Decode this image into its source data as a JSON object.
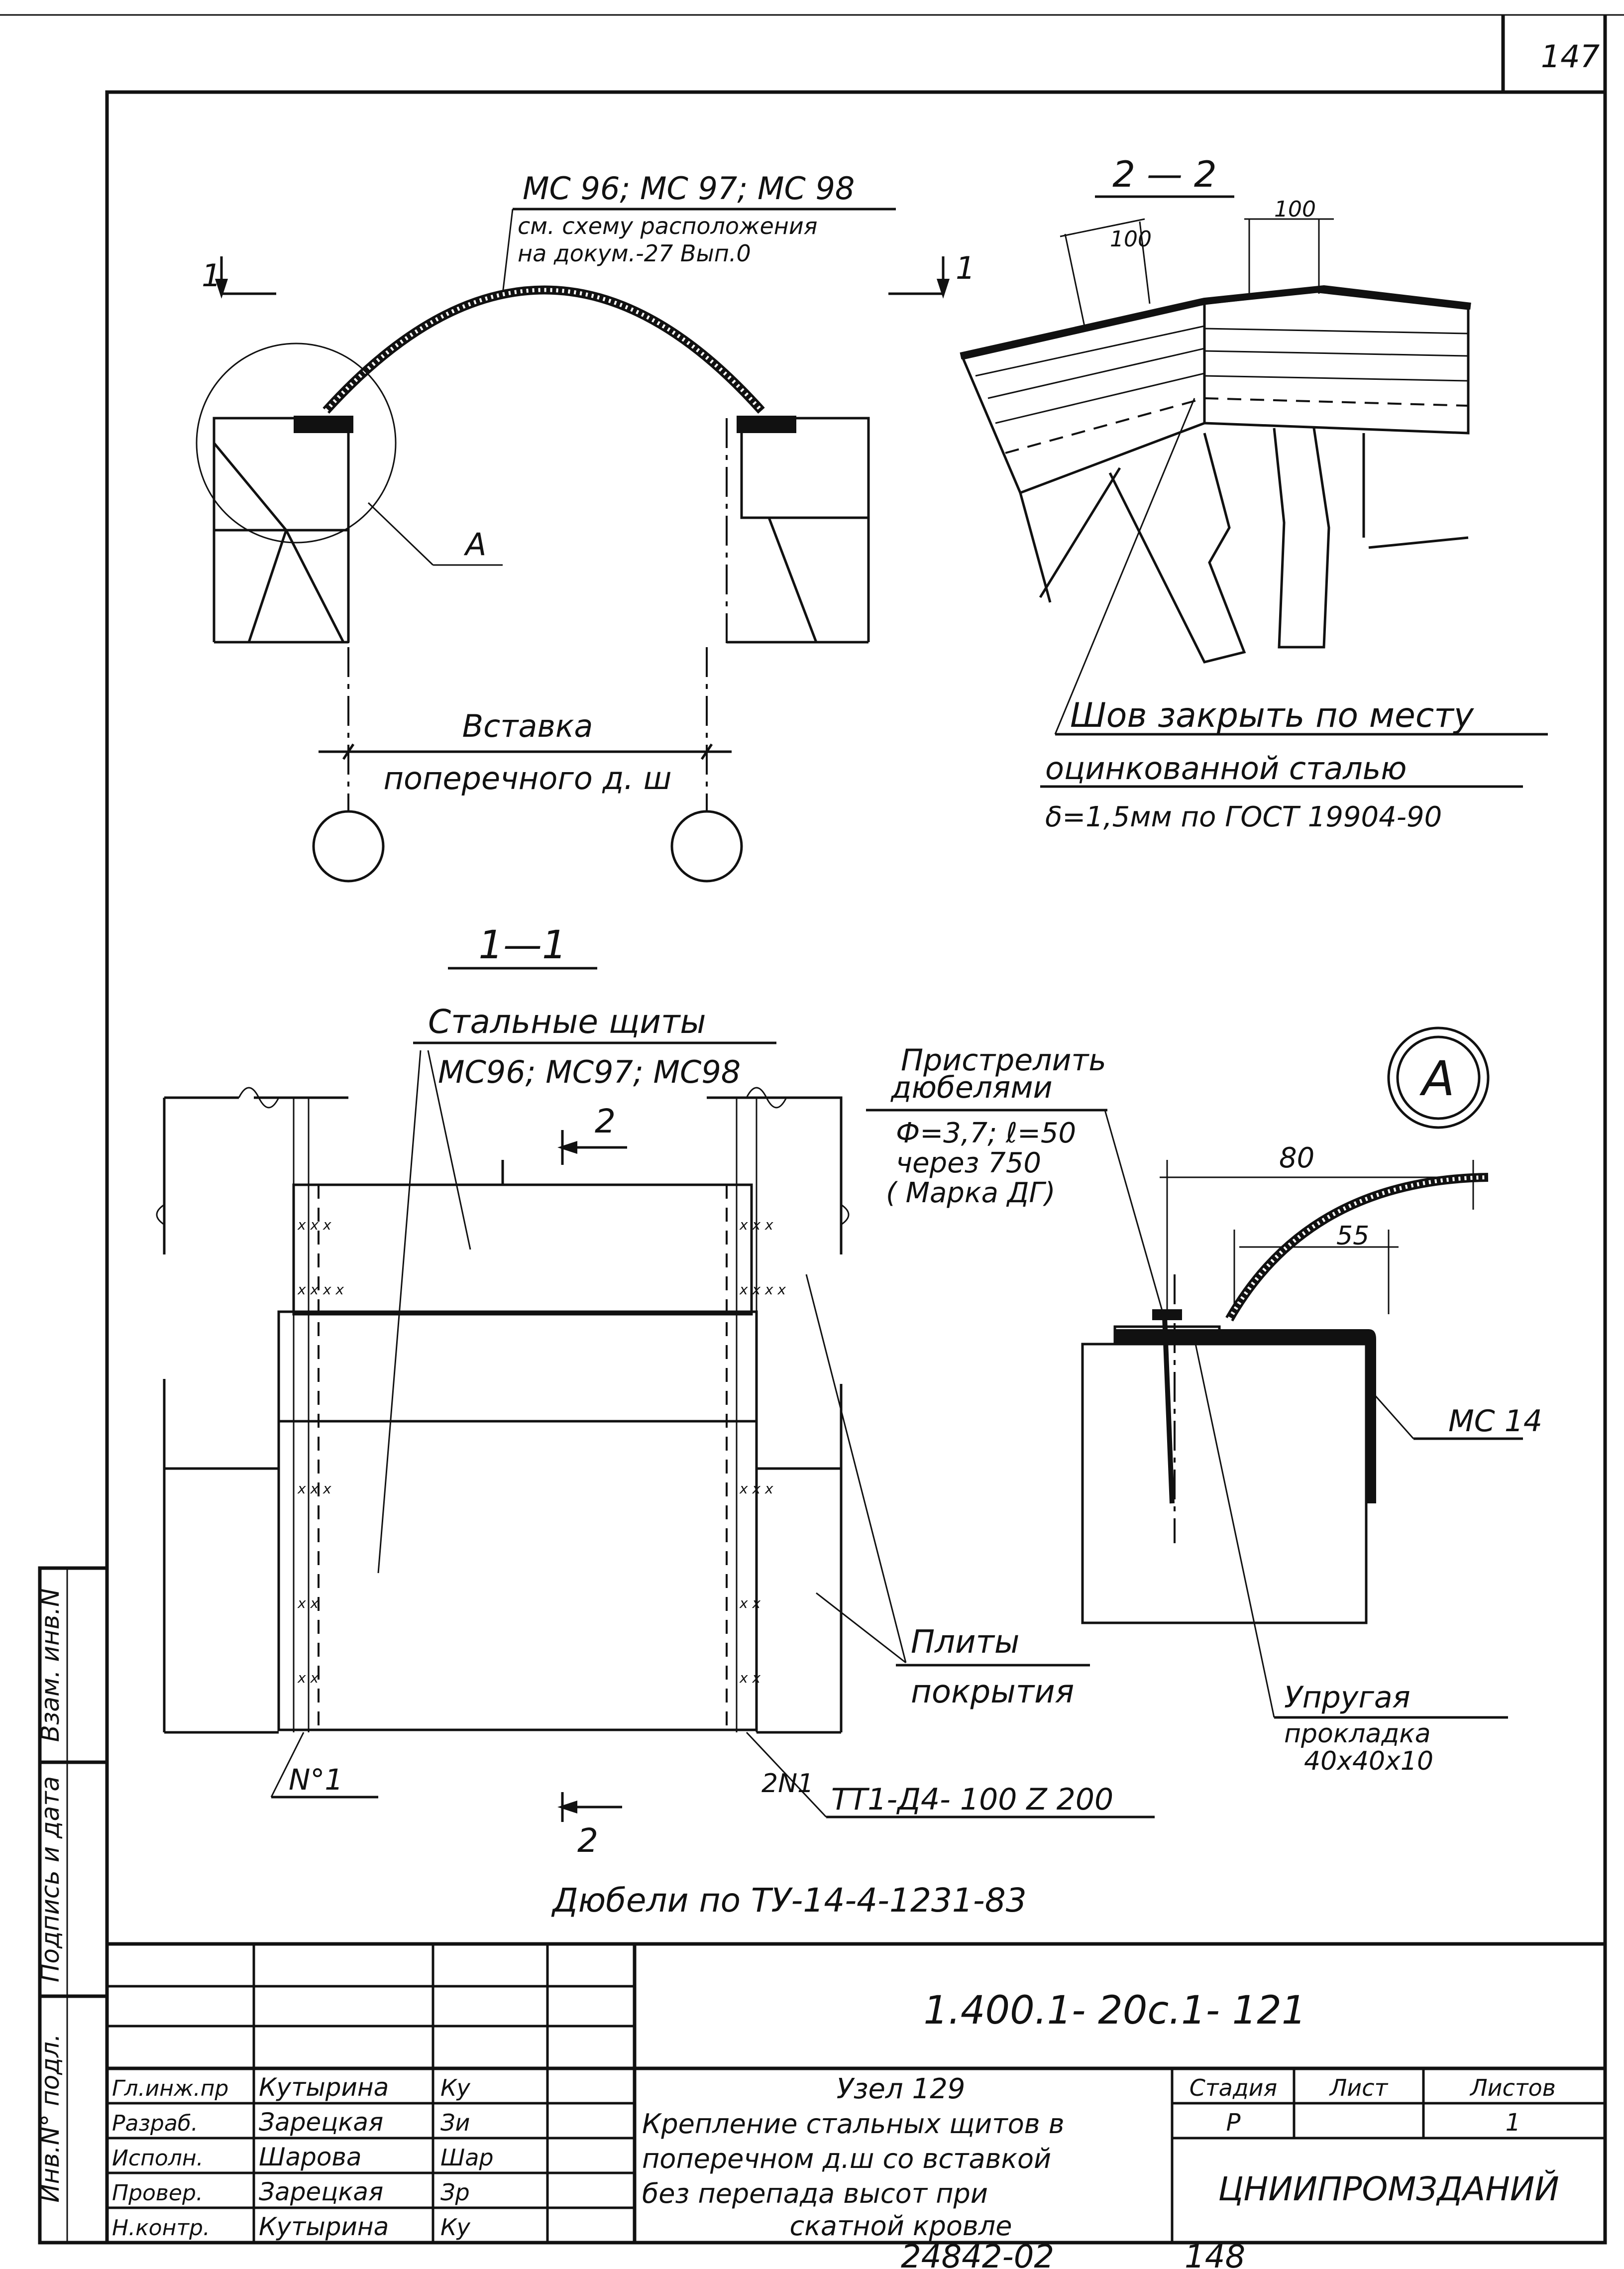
{
  "page_number": "147",
  "sheet_code": "1.400.1- 20с.1- 121",
  "bottom_code": "24842-02",
  "bottom_page": "148",
  "views": {
    "top_left": {
      "callout_title": "МС 96; МС 97; МС 98",
      "callout_note_line1": "см. схему расположения",
      "callout_note_line2": "на докум.-27 Вып.0",
      "section_mark_left": "1",
      "section_mark_right": "1",
      "detail_label": "А",
      "insert_label_line1": "Вставка",
      "insert_label_line2": "поперечного д. ш"
    },
    "section_2_2": {
      "title": "2 — 2",
      "dim_left": "100",
      "dim_right": "100",
      "note_line1": "Шов закрыть по месту",
      "note_line2": "оцинкованной сталью",
      "note_line3": "δ=1,5мм по ГОСТ 19904-90"
    },
    "section_1_1": {
      "title": "1—1",
      "label_steel_line1": "Стальные щиты",
      "label_steel_line2": "МС96; МС97; МС98",
      "cut_mark_top": "2",
      "cut_mark_bottom": "2",
      "label_slabs_line1": "Плиты",
      "label_slabs_line2": "покрытия",
      "label_n1": "N°1",
      "label_2n1": "2N1",
      "dowel_marking": "ТТ1-Д4- 100 Z 200",
      "dowel_note": "Дюбели по ТУ-14-4-1231-83"
    },
    "detail_a": {
      "circle_label": "А",
      "shoot_line1": "Пристрелить",
      "shoot_line2": "дюбелями",
      "spec_line1": "Ф=3,7; ℓ=50",
      "spec_line2": "через 750",
      "spec_line3": "( Марка ДГ)",
      "dim_80": "80",
      "dim_55": "55",
      "mark_mc14": "МС 14",
      "gasket_line1": "Упругая",
      "gasket_line2": "прокладка",
      "gasket_line3": "40х40х10"
    }
  },
  "side_stamp": {
    "vzam": "Взам. инв.N",
    "podpis": "Подпись и дата",
    "inv": "Инв.N° подл."
  },
  "title_block": {
    "roles": [
      "Гл.инж.пр",
      "Разраб.",
      "Исполн.",
      "Провер.",
      "Н.контр."
    ],
    "names": [
      "Кутырина",
      "Зарецкая",
      "Шарова",
      "Зарецкая",
      "Кутырина"
    ],
    "signatures": [
      "Ку",
      "Зи",
      "Шар",
      "Зр",
      "Ку"
    ],
    "title_line1": "Узел 129",
    "title_line2": "Крепление стальных щитов в",
    "title_line3": "поперечном д.ш со вставкой",
    "title_line4": "без перепада высот при",
    "title_line5": "скатной кровле",
    "col_stage": "Стадия",
    "col_sheet": "Лист",
    "col_sheets": "Листов",
    "stage": "Р",
    "sheets_total": "1",
    "organization": "ЦНИИПРОМЗДАНИЙ"
  }
}
